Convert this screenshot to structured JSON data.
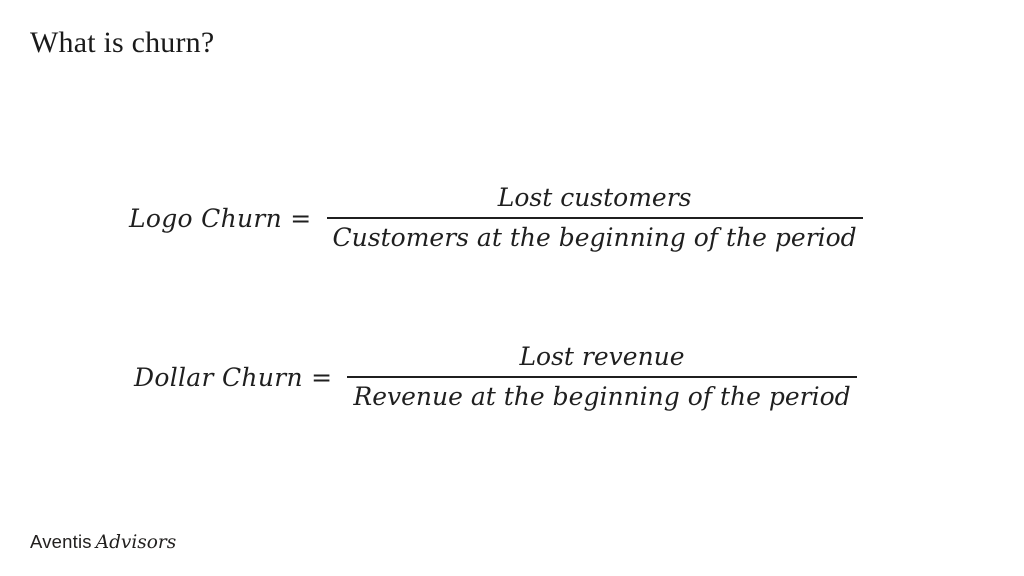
{
  "slide": {
    "title": "What is churn?",
    "formulas": [
      {
        "label": "Logo Churn =",
        "numerator": "Lost customers",
        "denominator": "Customers at the beginning of the period"
      },
      {
        "label": "Dollar Churn =",
        "numerator": "Lost revenue",
        "denominator": "Revenue at the beginning of the period"
      }
    ],
    "footer": {
      "brand": "Aventis",
      "brand_suffix": "Advisors"
    },
    "colors": {
      "text": "#1f1f1f",
      "background": "#ffffff"
    }
  }
}
